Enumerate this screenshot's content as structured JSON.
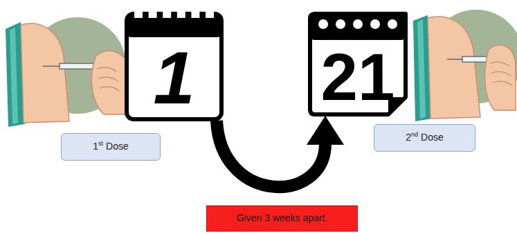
{
  "diagram": {
    "nodes": [
      {
        "text": [
          "1"
        ]
      },
      {
        "text": [
          "1st Dose"
        ]
      },
      {
        "text": [
          "21"
        ]
      },
      {
        "text": [
          "2nd Dose"
        ]
      },
      {
        "text": [
          "Given 3 weeks apart."
        ]
      }
    ],
    "edges": [
      {
        "from": 0,
        "to": 2,
        "arrow": "to"
      }
    ]
  }
}
